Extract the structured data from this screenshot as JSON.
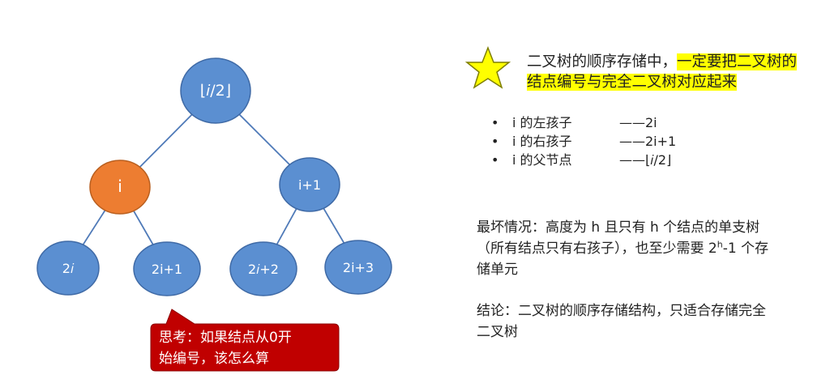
{
  "nodes": [
    {
      "id": "root",
      "label": "⌊𝑖/2⌋",
      "color": "#5b8fd1"
    },
    {
      "id": "i",
      "label": "i",
      "color": "#ed7d31"
    },
    {
      "id": "i1",
      "label": "i+1",
      "color": "#5b8fd1"
    },
    {
      "id": "c2i",
      "label": "2𝑖",
      "color": "#5b8fd1"
    },
    {
      "id": "c2i1",
      "label": "2i+1",
      "color": "#5b8fd1"
    },
    {
      "id": "c2i2",
      "label": "2𝑖+2",
      "color": "#5b8fd1"
    },
    {
      "id": "c2i3",
      "label": "2i+3",
      "color": "#5b8fd1"
    }
  ],
  "edges": [
    [
      "root",
      "i"
    ],
    [
      "root",
      "i1"
    ],
    [
      "i",
      "c2i"
    ],
    [
      "i",
      "c2i1"
    ],
    [
      "i1",
      "c2i2"
    ],
    [
      "i1",
      "c2i3"
    ]
  ],
  "callout": {
    "line1": "思考：如果结点从0开",
    "line2": "始编号，该怎么算",
    "color": "#c00000"
  },
  "title": {
    "part1": "二叉树的顺序存储中，",
    "part2_highlight": "一定要把二叉树的结点编号与完全二叉树对应起来"
  },
  "bullets": [
    {
      "label": "i 的左孩子",
      "value": "——2i"
    },
    {
      "label": "i 的右孩子",
      "value": "——2i+1"
    },
    {
      "label": "i 的父节点",
      "value": "——⌊𝑖/2⌋"
    }
  ],
  "worst_case": {
    "before_sup": "最坏情况：高度为 h 且只有 h 个结点的单支树（所有结点只有右孩子），也至少需要 2",
    "sup": "h",
    "after_sup": "-1 个存储单元"
  },
  "conclusion": "结论：二叉树的顺序存储结构，只适合存储完全二叉树"
}
